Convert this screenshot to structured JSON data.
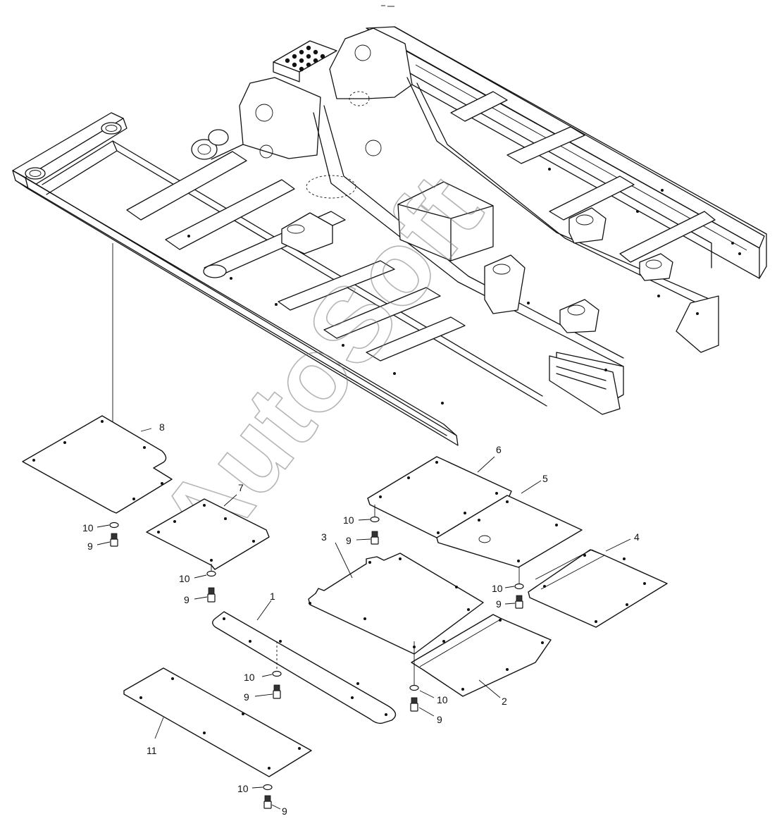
{
  "watermark": "AutoSoft",
  "callouts": {
    "c1": "1",
    "c2": "2",
    "c3": "3",
    "c4": "4",
    "c5": "5",
    "c6": "6",
    "c7": "7",
    "c8": "8",
    "c11": "11",
    "c9a": "9",
    "c10a": "10",
    "c9b": "9",
    "c10b": "10",
    "c9c": "9",
    "c10c": "10",
    "c9d": "9",
    "c10d": "10",
    "c9e": "9",
    "c10e": "10",
    "c9f": "9",
    "c10f": "10",
    "c9g": "9",
    "c10g": "10"
  }
}
